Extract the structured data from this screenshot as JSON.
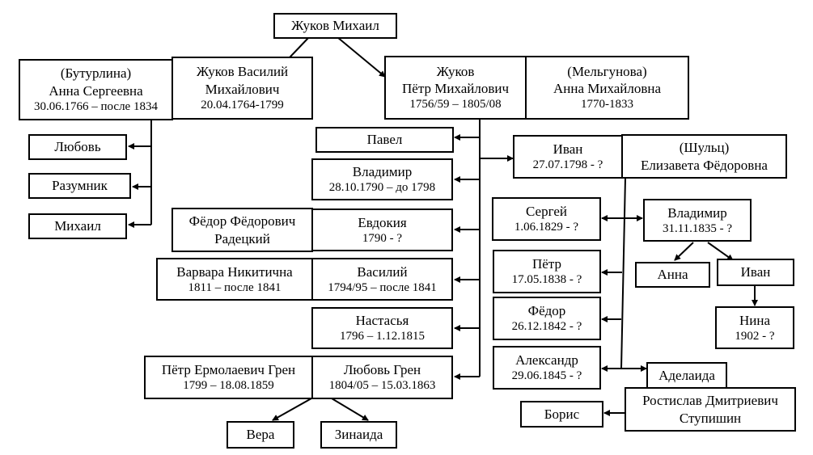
{
  "persons": {
    "zhukov_mikhail": {
      "lines": [
        "Жуков Михаил"
      ]
    },
    "buturlina": {
      "lines": [
        "(Бутурлина)",
        "Анна Сергеевна",
        "30.06.1766 – после 1834"
      ]
    },
    "zhukov_vasily": {
      "lines": [
        "Жуков Василий",
        "Михайлович",
        "20.04.1764-1799"
      ]
    },
    "zhukov_petr": {
      "lines": [
        "Жуков",
        "Пётр Михайлович",
        "1756/59 – 1805/08"
      ]
    },
    "melgunova": {
      "lines": [
        "(Мельгунова)",
        "Анна Михайловна",
        "1770-1833"
      ]
    },
    "lyubov_v": {
      "lines": [
        "Любовь"
      ]
    },
    "razumnik": {
      "lines": [
        "Разумник"
      ]
    },
    "mikhail_v": {
      "lines": [
        "Михаил"
      ]
    },
    "pavel": {
      "lines": [
        "Павел"
      ]
    },
    "vladimir_p": {
      "lines": [
        "Владимир",
        "28.10.1790 – до 1798"
      ]
    },
    "radetsky": {
      "lines": [
        "Фёдор Фёдорович",
        "Радецкий"
      ]
    },
    "evdokia": {
      "lines": [
        "Евдокия",
        "1790 - ?"
      ]
    },
    "varvara": {
      "lines": [
        "Варвара Никитична",
        "1811 – после 1841"
      ]
    },
    "vasily_p": {
      "lines": [
        "Василий",
        "1794/95 – после 1841"
      ]
    },
    "nastasya": {
      "lines": [
        "Настасья",
        "1796 – 1.12.1815"
      ]
    },
    "gren_petr": {
      "lines": [
        "Пётр Ермолаевич Грен",
        "1799 – 18.08.1859"
      ]
    },
    "lyubov_gren": {
      "lines": [
        "Любовь Грен",
        "1804/05 – 15.03.1863"
      ]
    },
    "vera": {
      "lines": [
        "Вера"
      ]
    },
    "zinaida": {
      "lines": [
        "Зинаида"
      ]
    },
    "ivan_p": {
      "lines": [
        "Иван",
        "27.07.1798 - ?"
      ]
    },
    "shults": {
      "lines": [
        "(Шульц)",
        "Елизавета Фёдоровна"
      ]
    },
    "sergey": {
      "lines": [
        "Сергей",
        "1.06.1829 - ?"
      ]
    },
    "vladimir_s": {
      "lines": [
        "Владимир",
        "31.11.1835 - ?"
      ]
    },
    "petr_i": {
      "lines": [
        "Пётр",
        "17.05.1838 - ?"
      ]
    },
    "anna": {
      "lines": [
        "Анна"
      ]
    },
    "ivan_v": {
      "lines": [
        "Иван"
      ]
    },
    "fedor": {
      "lines": [
        "Фёдор",
        "26.12.1842 - ?"
      ]
    },
    "nina": {
      "lines": [
        "Нина",
        "1902 - ?"
      ]
    },
    "aleksandr": {
      "lines": [
        "Александр",
        "29.06.1845 - ?"
      ]
    },
    "adelaida": {
      "lines": [
        "Аделаида"
      ]
    },
    "rostislav": {
      "lines": [
        "Ростислав Дмитриевич",
        "Ступишин"
      ]
    },
    "boris": {
      "lines": [
        "Борис"
      ]
    }
  }
}
